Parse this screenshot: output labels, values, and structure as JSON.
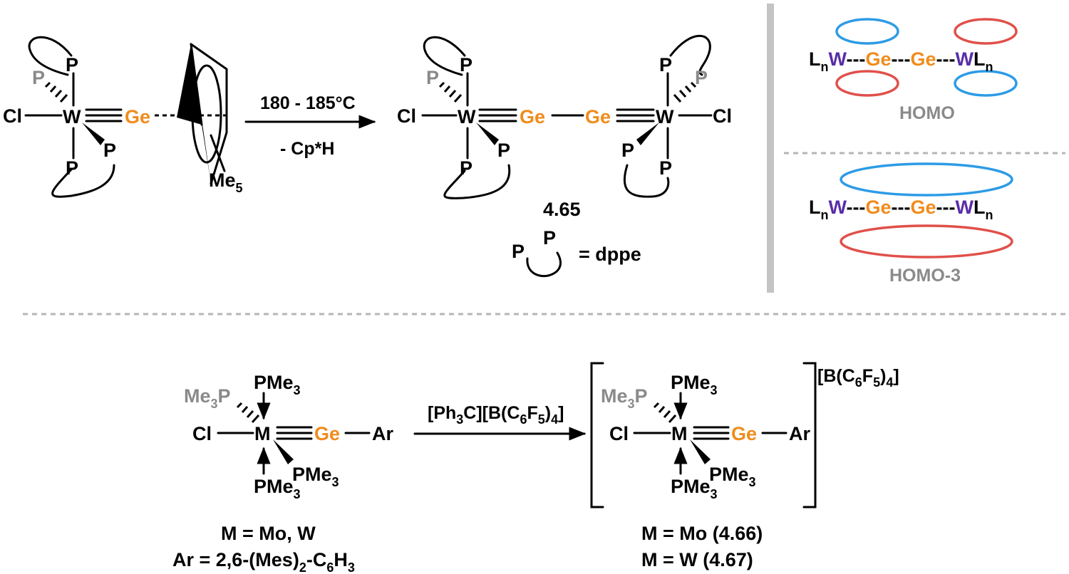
{
  "colors": {
    "germanium": "#f08c1c",
    "tungsten": "#5a2da8",
    "grey_label": "#8a8a8a",
    "orbital_blue": "#2d9be6",
    "orbital_red": "#e0504a",
    "separator": "#b5b5b5"
  },
  "top_left": {
    "P": "P",
    "Cl": "Cl",
    "W": "W",
    "Ge": "Ge",
    "Me": "Me",
    "Me_sub": "5"
  },
  "arrow1": {
    "above": "180 - 185°C",
    "below": "- Cp*H"
  },
  "product1": {
    "P": "P",
    "Cl": "Cl",
    "W": "W",
    "Ge": "Ge",
    "compound": "4.65",
    "legend_P": "P",
    "legend_text": "= dppe"
  },
  "orbitals": {
    "L": "L",
    "n": "n",
    "W": "W",
    "Ge": "Ge",
    "dashes": "---",
    "homo": "HOMO",
    "homo3": "HOMO-3"
  },
  "bottom_left": {
    "PMe": "PMe",
    "Me": "Me",
    "P": "P",
    "sub3": "3",
    "Cl": "Cl",
    "M": "M",
    "Ge": "Ge",
    "Ar": "Ar",
    "caption1": "M = Mo, W",
    "caption2_a": "Ar = 2,6-(Mes)",
    "caption2_b": "2",
    "caption2_c": "-C",
    "caption2_d": "6",
    "caption2_e": "H",
    "caption2_f": "3"
  },
  "arrow2": {
    "a": "[Ph",
    "b": "3",
    "c": "C][B(C",
    "d": "6",
    "e": "F",
    "f": "5",
    "g": ")",
    "h": "4",
    "i": "]"
  },
  "bottom_right": {
    "counter_a": "[B(C",
    "counter_b": "6",
    "counter_c": "F",
    "counter_d": "5",
    "counter_e": ")",
    "counter_f": "4",
    "counter_g": "]",
    "caption1": "M = Mo (4.66)",
    "caption2": "M = W (4.67)"
  }
}
